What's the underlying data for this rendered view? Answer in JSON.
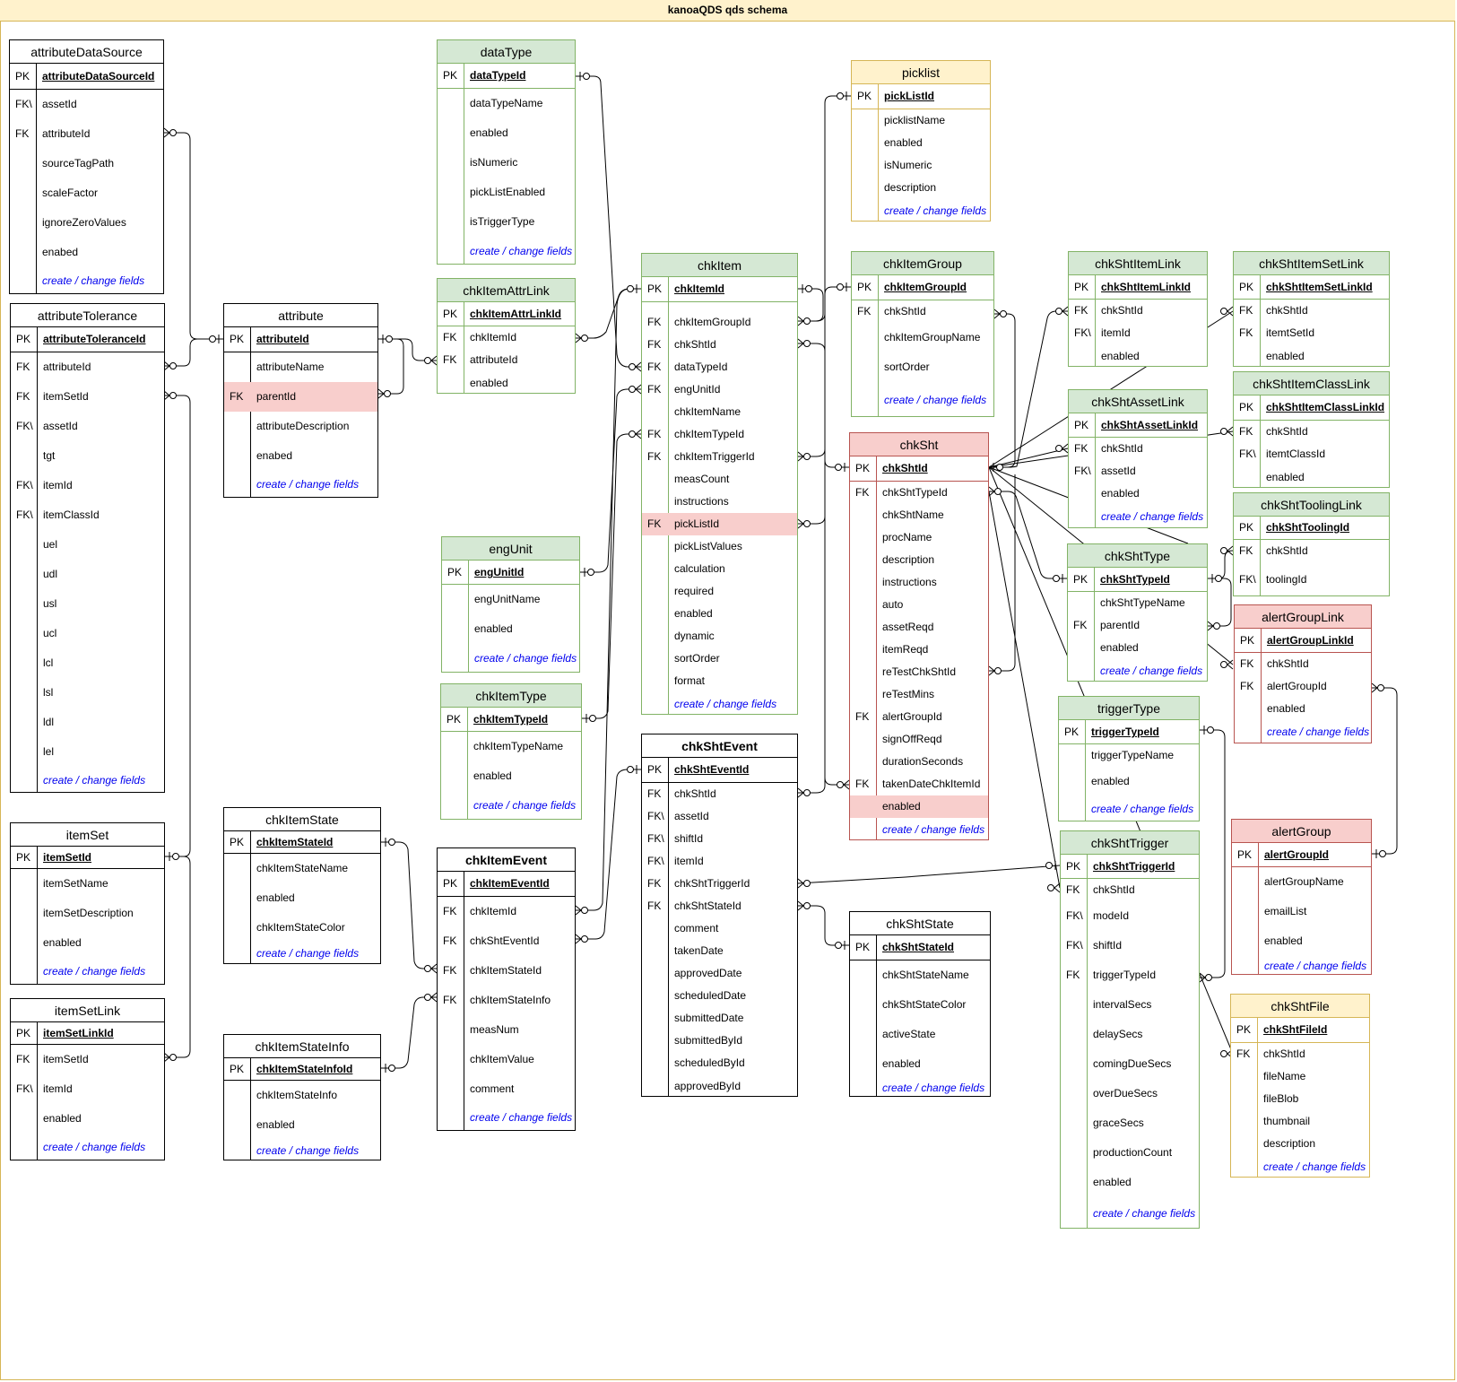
{
  "title": "kanoaQDS qds schema",
  "colors": {
    "green_fill": "#d5e8d4",
    "green_stroke": "#82b366",
    "red_fill": "#f8cecc",
    "red_stroke": "#b85450",
    "yellow_fill": "#fff2cc",
    "yellow_stroke": "#d6b656",
    "link": "#0000ee"
  },
  "tables": [
    {
      "id": "attributeDataSource",
      "name": "attributeDataSource",
      "rows": [
        {
          "k": "PK",
          "n": "attributeDataSourceId"
        },
        {
          "k": "FK\\",
          "n": "assetId"
        },
        {
          "k": "FK",
          "n": "attributeId"
        },
        {
          "k": "",
          "n": "sourceTagPath"
        },
        {
          "k": "",
          "n": "scaleFactor"
        },
        {
          "k": "",
          "n": "ignoreZeroValues"
        },
        {
          "k": "",
          "n": "enabed"
        },
        {
          "k": "",
          "n": "create / change fields"
        }
      ]
    },
    {
      "id": "attributeTolerance",
      "name": "attributeTolerance",
      "rows": [
        {
          "k": "PK",
          "n": "attributeToleranceId"
        },
        {
          "k": "FK",
          "n": "attributeId"
        },
        {
          "k": "FK",
          "n": "itemSetId"
        },
        {
          "k": "FK\\",
          "n": "assetId"
        },
        {
          "k": "",
          "n": "tgt"
        },
        {
          "k": "FK\\",
          "n": "itemId"
        },
        {
          "k": "FK\\",
          "n": "itemClassId"
        },
        {
          "k": "",
          "n": "uel"
        },
        {
          "k": "",
          "n": "udl"
        },
        {
          "k": "",
          "n": "usl"
        },
        {
          "k": "",
          "n": "ucl"
        },
        {
          "k": "",
          "n": "lcl"
        },
        {
          "k": "",
          "n": "lsl"
        },
        {
          "k": "",
          "n": "ldl"
        },
        {
          "k": "",
          "n": "lel"
        },
        {
          "k": "",
          "n": "create / change fields"
        }
      ]
    },
    {
      "id": "itemSet",
      "name": "itemSet",
      "rows": [
        {
          "k": "PK",
          "n": "itemSetId"
        },
        {
          "k": "",
          "n": "itemSetName"
        },
        {
          "k": "",
          "n": "itemSetDescription"
        },
        {
          "k": "",
          "n": "enabled"
        },
        {
          "k": "",
          "n": "create / change fields"
        }
      ]
    },
    {
      "id": "itemSetLink",
      "name": "itemSetLink",
      "rows": [
        {
          "k": "PK",
          "n": "itemSetLinkId"
        },
        {
          "k": "FK",
          "n": "itemSetId"
        },
        {
          "k": "FK\\",
          "n": "itemId"
        },
        {
          "k": "",
          "n": "enabled"
        },
        {
          "k": "",
          "n": "create / change fields"
        }
      ]
    },
    {
      "id": "attribute",
      "name": "attribute",
      "rows": [
        {
          "k": "PK",
          "n": "attributeId"
        },
        {
          "k": "",
          "n": "attributeName"
        },
        {
          "k": "FK",
          "n": "parentId"
        },
        {
          "k": "",
          "n": "attributeDescription"
        },
        {
          "k": "",
          "n": "enabed"
        },
        {
          "k": "",
          "n": "create / change fields"
        }
      ]
    },
    {
      "id": "chkItemState",
      "name": "chkItemState",
      "rows": [
        {
          "k": "PK",
          "n": "chkItemStateId"
        },
        {
          "k": "",
          "n": "chkItemStateName"
        },
        {
          "k": "",
          "n": "enabled"
        },
        {
          "k": "",
          "n": "chkItemStateColor"
        },
        {
          "k": "",
          "n": "create / change fields"
        }
      ]
    },
    {
      "id": "chkItemStateInfo",
      "name": "chkItemStateInfo",
      "rows": [
        {
          "k": "PK",
          "n": "chkItemStateInfoId"
        },
        {
          "k": "",
          "n": "chkItemStateInfo"
        },
        {
          "k": "",
          "n": "enabled"
        },
        {
          "k": "",
          "n": "create / change fields"
        }
      ]
    },
    {
      "id": "dataType",
      "name": "dataType",
      "rows": [
        {
          "k": "PK",
          "n": "dataTypeId"
        },
        {
          "k": "",
          "n": "dataTypeName"
        },
        {
          "k": "",
          "n": "enabled"
        },
        {
          "k": "",
          "n": "isNumeric"
        },
        {
          "k": "",
          "n": "pickListEnabled"
        },
        {
          "k": "",
          "n": "isTriggerType"
        },
        {
          "k": "",
          "n": "create / change fields"
        }
      ]
    },
    {
      "id": "chkItemAttrLink",
      "name": "chkItemAttrLink",
      "rows": [
        {
          "k": "PK",
          "n": "chkItemAttrLinkId"
        },
        {
          "k": "FK",
          "n": "chkItemId"
        },
        {
          "k": "FK",
          "n": "attributeId"
        },
        {
          "k": "",
          "n": "enabled"
        }
      ]
    },
    {
      "id": "engUnit",
      "name": "engUnit",
      "rows": [
        {
          "k": "PK",
          "n": "engUnitId"
        },
        {
          "k": "",
          "n": "engUnitName"
        },
        {
          "k": "",
          "n": "enabled"
        },
        {
          "k": "",
          "n": "create / change fields"
        }
      ]
    },
    {
      "id": "chkItemType",
      "name": "chkItemType",
      "rows": [
        {
          "k": "PK",
          "n": "chkItemTypeId"
        },
        {
          "k": "",
          "n": "chkItemTypeName"
        },
        {
          "k": "",
          "n": "enabled"
        },
        {
          "k": "",
          "n": "create / change fields"
        }
      ]
    },
    {
      "id": "chkItemEvent",
      "name": "chkItemEvent",
      "rows": [
        {
          "k": "PK",
          "n": "chkItemEventId"
        },
        {
          "k": "FK",
          "n": "chkItemId"
        },
        {
          "k": "FK",
          "n": "chkShtEventId"
        },
        {
          "k": "FK",
          "n": "chkItemStateId"
        },
        {
          "k": "FK",
          "n": "chkItemStateInfo"
        },
        {
          "k": "",
          "n": "measNum"
        },
        {
          "k": "",
          "n": "chkItemValue"
        },
        {
          "k": "",
          "n": "comment"
        },
        {
          "k": "",
          "n": "create / change fields"
        }
      ]
    },
    {
      "id": "chkItem",
      "name": "chkItem",
      "rows": [
        {
          "k": "PK",
          "n": "chkItemId"
        },
        {
          "k": "FK",
          "n": "chkItemGroupId"
        },
        {
          "k": "FK",
          "n": "chkShtId"
        },
        {
          "k": "FK",
          "n": "dataTypeId"
        },
        {
          "k": "FK",
          "n": "engUnitId"
        },
        {
          "k": "",
          "n": "chkItemName"
        },
        {
          "k": "FK",
          "n": "chkItemTypeId"
        },
        {
          "k": "FK",
          "n": "chkItemTriggerId"
        },
        {
          "k": "",
          "n": "measCount"
        },
        {
          "k": "",
          "n": "instructions"
        },
        {
          "k": "FK",
          "n": "pickListId"
        },
        {
          "k": "",
          "n": "pickListValues"
        },
        {
          "k": "",
          "n": "calculation"
        },
        {
          "k": "",
          "n": "required"
        },
        {
          "k": "",
          "n": "enabled"
        },
        {
          "k": "",
          "n": "dynamic"
        },
        {
          "k": "",
          "n": "sortOrder"
        },
        {
          "k": "",
          "n": "format"
        },
        {
          "k": "",
          "n": "create / change fields"
        }
      ]
    },
    {
      "id": "chkShtEvent",
      "name": "chkShtEvent",
      "rows": [
        {
          "k": "PK",
          "n": "chkShtEventId"
        },
        {
          "k": "FK",
          "n": "chkShtId"
        },
        {
          "k": "FK\\",
          "n": "assetId"
        },
        {
          "k": "FK\\",
          "n": "shiftId"
        },
        {
          "k": "FK\\",
          "n": "itemId"
        },
        {
          "k": "FK",
          "n": "chkShtTriggerId"
        },
        {
          "k": "FK",
          "n": "chkShtStateId"
        },
        {
          "k": "",
          "n": "comment"
        },
        {
          "k": "",
          "n": "takenDate"
        },
        {
          "k": "",
          "n": "approvedDate"
        },
        {
          "k": "",
          "n": "scheduledDate"
        },
        {
          "k": "",
          "n": "submittedDate"
        },
        {
          "k": "",
          "n": "submittedById"
        },
        {
          "k": "",
          "n": "scheduledById"
        },
        {
          "k": "",
          "n": "approvedById"
        }
      ]
    },
    {
      "id": "picklist",
      "name": "picklist",
      "rows": [
        {
          "k": "PK",
          "n": "pickListId"
        },
        {
          "k": "",
          "n": "picklistName"
        },
        {
          "k": "",
          "n": "enabled"
        },
        {
          "k": "",
          "n": "isNumeric"
        },
        {
          "k": "",
          "n": "description"
        },
        {
          "k": "",
          "n": "create / change fields"
        }
      ]
    },
    {
      "id": "chkItemGroup",
      "name": "chkItemGroup",
      "rows": [
        {
          "k": "PK",
          "n": "chkItemGroupId"
        },
        {
          "k": "FK",
          "n": "chkShtId"
        },
        {
          "k": "",
          "n": "chkItemGroupName"
        },
        {
          "k": "",
          "n": "sortOrder"
        },
        {
          "k": "",
          "n": "create / change fields"
        }
      ]
    },
    {
      "id": "chkSht",
      "name": "chkSht",
      "rows": [
        {
          "k": "PK",
          "n": "chkShtId"
        },
        {
          "k": "FK",
          "n": "chkShtTypeId"
        },
        {
          "k": "",
          "n": "chkShtName"
        },
        {
          "k": "",
          "n": "procName"
        },
        {
          "k": "",
          "n": "description"
        },
        {
          "k": "",
          "n": "instructions"
        },
        {
          "k": "",
          "n": "auto"
        },
        {
          "k": "",
          "n": "assetReqd"
        },
        {
          "k": "",
          "n": "itemReqd"
        },
        {
          "k": "",
          "n": "reTestChkShtId"
        },
        {
          "k": "",
          "n": "reTestMins"
        },
        {
          "k": "FK",
          "n": "alertGroupId"
        },
        {
          "k": "",
          "n": "signOffReqd"
        },
        {
          "k": "",
          "n": "durationSeconds"
        },
        {
          "k": "FK",
          "n": "takenDateChkItemId"
        },
        {
          "k": "",
          "n": "enabled"
        },
        {
          "k": "",
          "n": "create / change fields"
        }
      ]
    },
    {
      "id": "chkShtState",
      "name": "chkShtState",
      "rows": [
        {
          "k": "PK",
          "n": "chkShtStateId"
        },
        {
          "k": "",
          "n": "chkShtStateName"
        },
        {
          "k": "",
          "n": "chkShtStateColor"
        },
        {
          "k": "",
          "n": "activeState"
        },
        {
          "k": "",
          "n": "enabled"
        },
        {
          "k": "",
          "n": "create / change fields"
        }
      ]
    },
    {
      "id": "chkShtItemLink",
      "name": "chkShtItemLink",
      "rows": [
        {
          "k": "PK",
          "n": "chkShtItemLinkId"
        },
        {
          "k": "FK",
          "n": "chkShtId"
        },
        {
          "k": "FK\\",
          "n": "itemId"
        },
        {
          "k": "",
          "n": "enabled"
        }
      ]
    },
    {
      "id": "chkShtAssetLink",
      "name": "chkShtAssetLink",
      "rows": [
        {
          "k": "PK",
          "n": "chkShtAssetLinkId"
        },
        {
          "k": "FK",
          "n": "chkShtId"
        },
        {
          "k": "FK\\",
          "n": "assetId"
        },
        {
          "k": "",
          "n": "enabled"
        },
        {
          "k": "",
          "n": "create / change fields"
        }
      ]
    },
    {
      "id": "chkShtType",
      "name": "chkShtType",
      "rows": [
        {
          "k": "PK",
          "n": "chkShtTypeId"
        },
        {
          "k": "",
          "n": "chkShtTypeName"
        },
        {
          "k": "FK",
          "n": "parentId"
        },
        {
          "k": "",
          "n": "enabled"
        },
        {
          "k": "",
          "n": "create / change fields"
        }
      ]
    },
    {
      "id": "triggerType",
      "name": "triggerType",
      "rows": [
        {
          "k": "PK",
          "n": "triggerTypeId"
        },
        {
          "k": "",
          "n": "triggerTypeName"
        },
        {
          "k": "",
          "n": "enabled"
        },
        {
          "k": "",
          "n": "create / change fields"
        }
      ]
    },
    {
      "id": "chkShtTrigger",
      "name": "chkShtTrigger",
      "rows": [
        {
          "k": "PK",
          "n": "chkShtTriggerId"
        },
        {
          "k": "FK",
          "n": "chkShtId"
        },
        {
          "k": "FK\\",
          "n": "modeId"
        },
        {
          "k": "FK\\",
          "n": "shiftId"
        },
        {
          "k": "FK",
          "n": "triggerTypeId"
        },
        {
          "k": "",
          "n": "intervalSecs"
        },
        {
          "k": "",
          "n": "delaySecs"
        },
        {
          "k": "",
          "n": "comingDueSecs"
        },
        {
          "k": "",
          "n": "overDueSecs"
        },
        {
          "k": "",
          "n": "graceSecs"
        },
        {
          "k": "",
          "n": "productionCount"
        },
        {
          "k": "",
          "n": "enabled"
        },
        {
          "k": "",
          "n": "create / change fields"
        }
      ]
    },
    {
      "id": "chkShtItemSetLink",
      "name": "chkShtItemSetLink",
      "rows": [
        {
          "k": "PK",
          "n": "chkShtItemSetLinkId"
        },
        {
          "k": "FK",
          "n": "chkShtId"
        },
        {
          "k": "FK",
          "n": "itemtSetId"
        },
        {
          "k": "",
          "n": "enabled"
        }
      ]
    },
    {
      "id": "chkShtItemClassLink",
      "name": "chkShtItemClassLink",
      "rows": [
        {
          "k": "PK",
          "n": "chkShtItemClassLinkId"
        },
        {
          "k": "FK",
          "n": "chkShtId"
        },
        {
          "k": "FK\\",
          "n": "itemtClassId"
        },
        {
          "k": "",
          "n": "enabled"
        }
      ]
    },
    {
      "id": "chkShtToolingLink",
      "name": "chkShtToolingLink",
      "rows": [
        {
          "k": "PK",
          "n": "chkShtToolingId"
        },
        {
          "k": "FK",
          "n": "chkShtId"
        },
        {
          "k": "FK\\",
          "n": "toolingId"
        }
      ]
    },
    {
      "id": "alertGroupLink",
      "name": "alertGroupLink",
      "rows": [
        {
          "k": "PK",
          "n": "alertGroupLinkId"
        },
        {
          "k": "FK",
          "n": "chkShtId"
        },
        {
          "k": "FK",
          "n": "alertGroupId"
        },
        {
          "k": "",
          "n": "enabled"
        },
        {
          "k": "",
          "n": "create / change fields"
        }
      ]
    },
    {
      "id": "alertGroup",
      "name": "alertGroup",
      "rows": [
        {
          "k": "PK",
          "n": "alertGroupId"
        },
        {
          "k": "",
          "n": "alertGroupName"
        },
        {
          "k": "",
          "n": "emailList"
        },
        {
          "k": "",
          "n": "enabled"
        },
        {
          "k": "",
          "n": "create / change fields"
        }
      ]
    },
    {
      "id": "chkShtFile",
      "name": "chkShtFile",
      "rows": [
        {
          "k": "PK",
          "n": "chkShtFileId"
        },
        {
          "k": "FK",
          "n": "chkShtId"
        },
        {
          "k": "",
          "n": "fileName"
        },
        {
          "k": "",
          "n": "fileBlob"
        },
        {
          "k": "",
          "n": "thumbnail"
        },
        {
          "k": "",
          "n": "description"
        },
        {
          "k": "",
          "n": "create / change fields"
        }
      ]
    }
  ]
}
